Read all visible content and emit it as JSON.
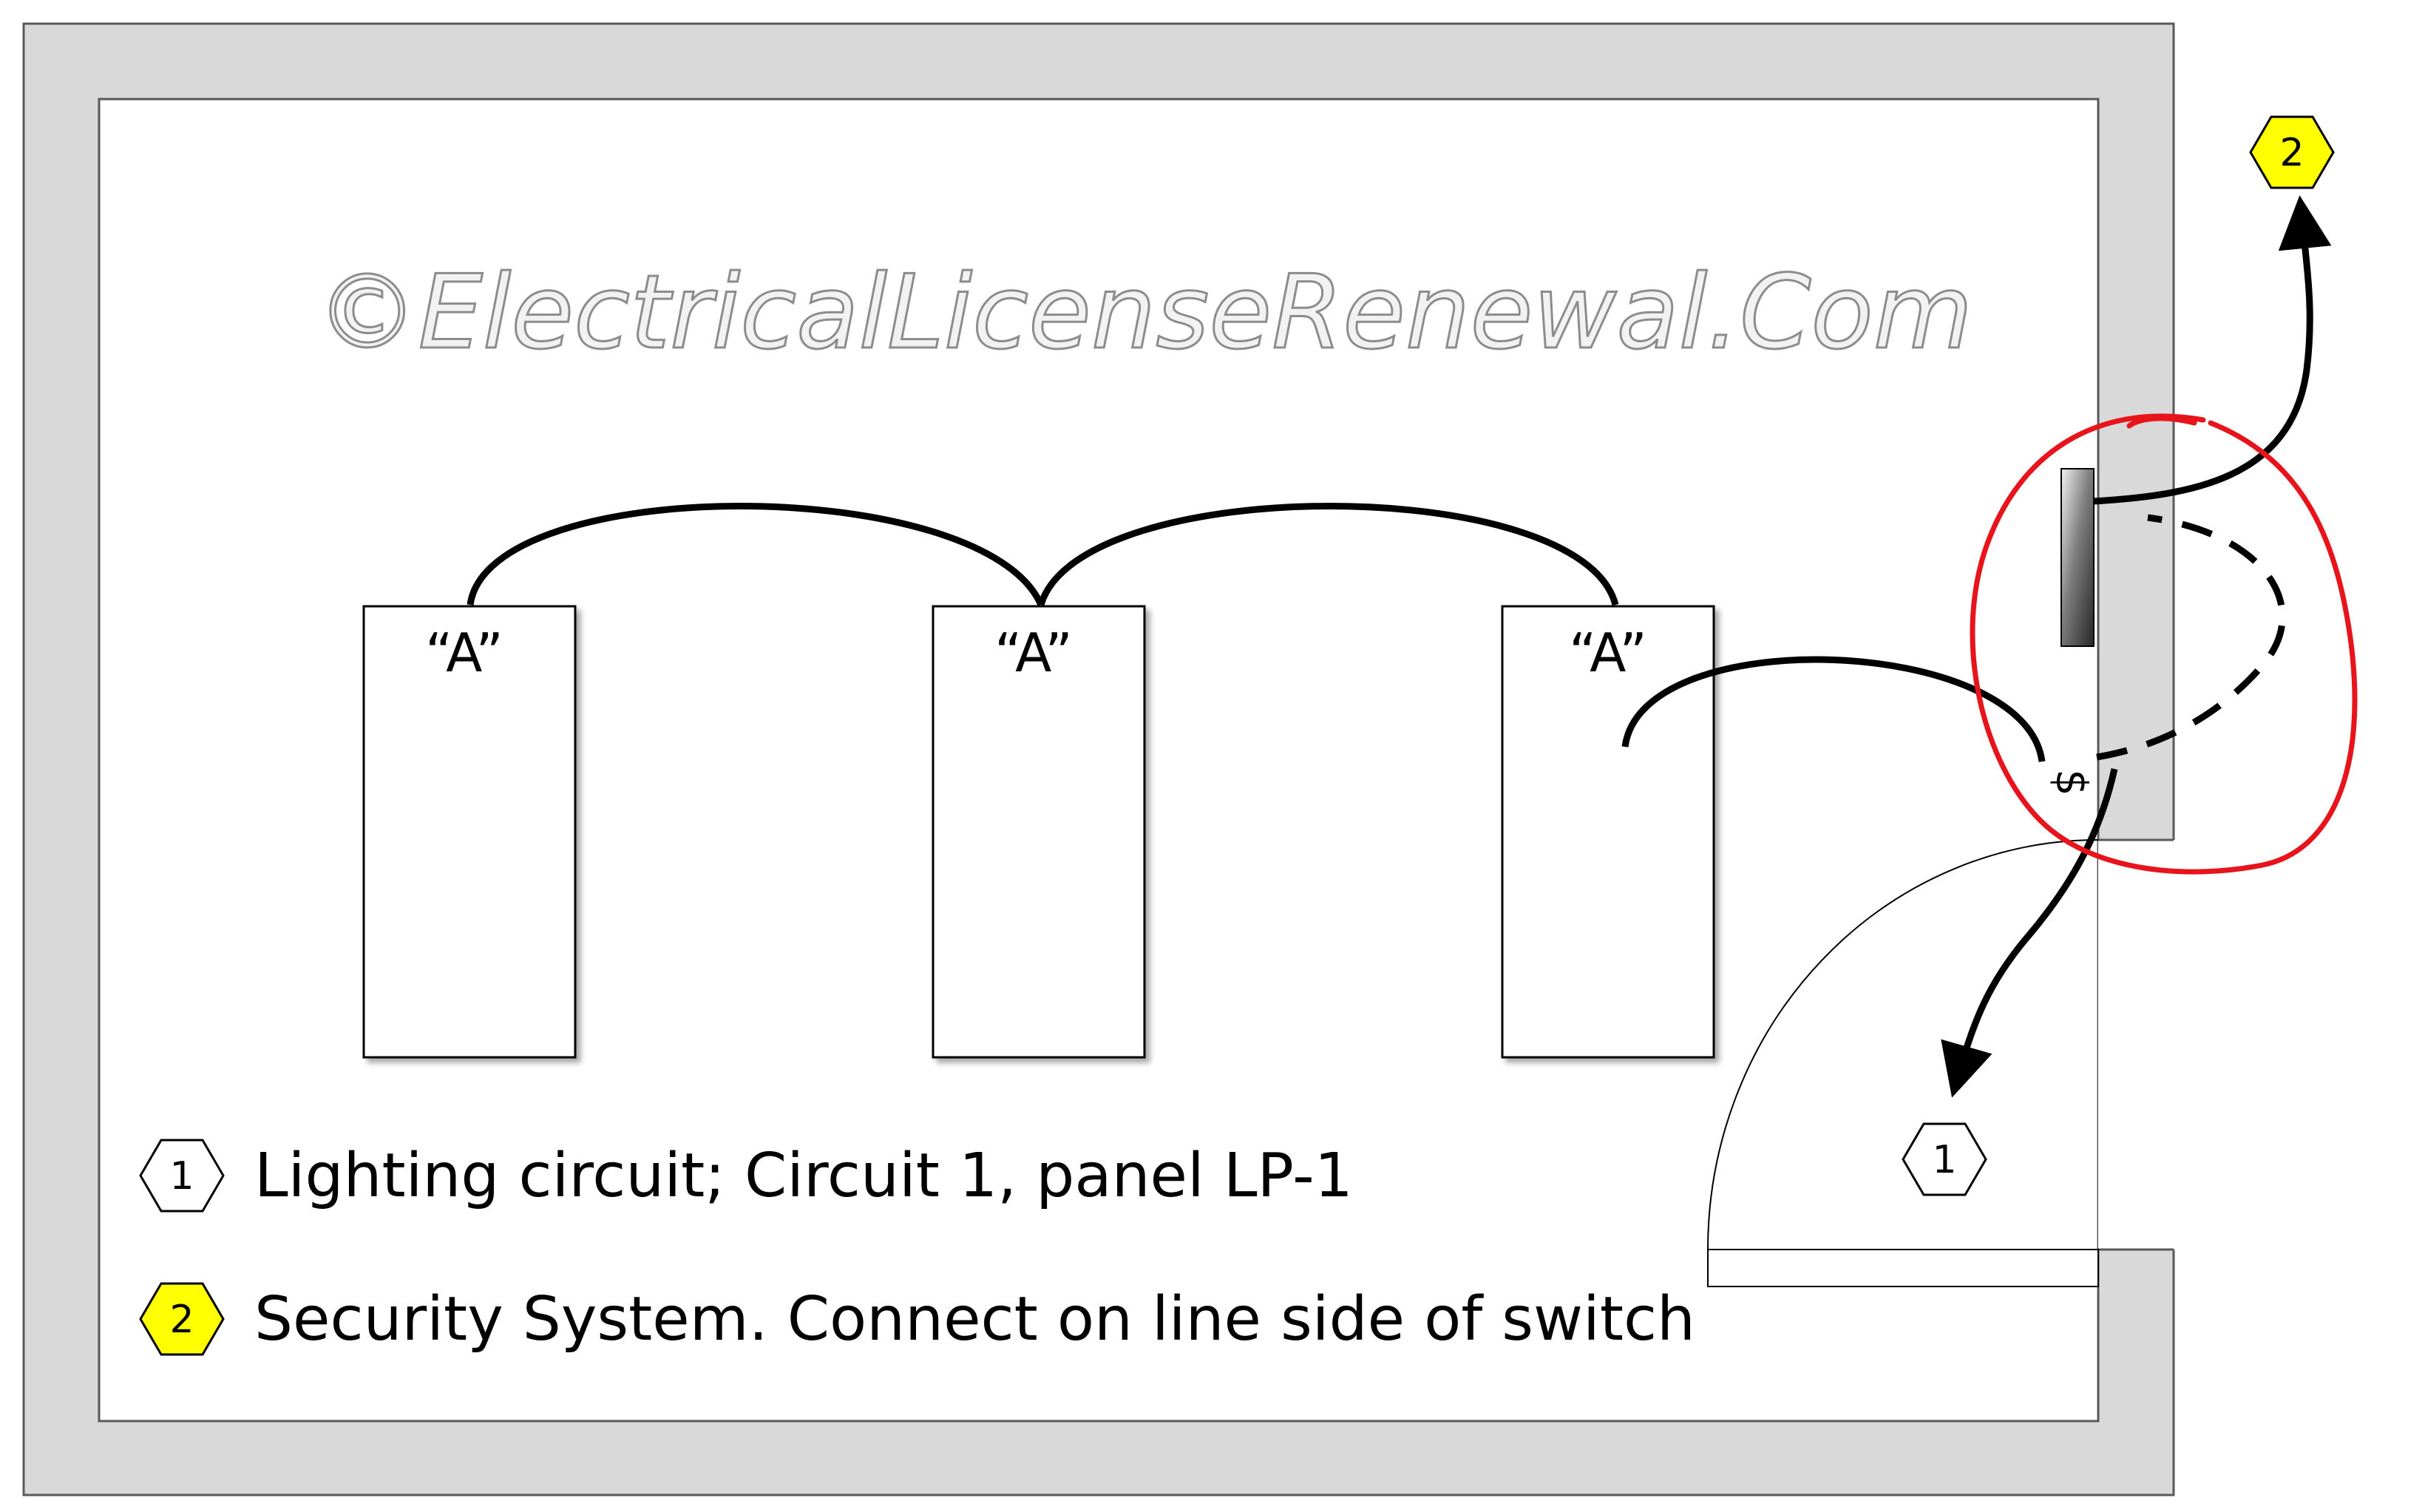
{
  "watermark": "©ElectricalLicenseRenewal.Com",
  "fixtures": [
    {
      "label": "“A”"
    },
    {
      "label": "“A”"
    },
    {
      "label": "“A”"
    }
  ],
  "switch_symbol": "$",
  "home_runs": [
    {
      "tag": "1"
    },
    {
      "tag": "2"
    }
  ],
  "legend": [
    {
      "tag": "1",
      "text": "Lighting circuit; Circuit 1, panel LP-1"
    },
    {
      "tag": "2",
      "text": "Security System. Connect on line side of switch"
    }
  ],
  "colors": {
    "wall": "#d9d9d9",
    "wall_outline": "#595959",
    "wire": "#000000",
    "highlight": "#e8141c",
    "security_tag": "#ffff00",
    "circuit_tag": "#ffffff"
  }
}
